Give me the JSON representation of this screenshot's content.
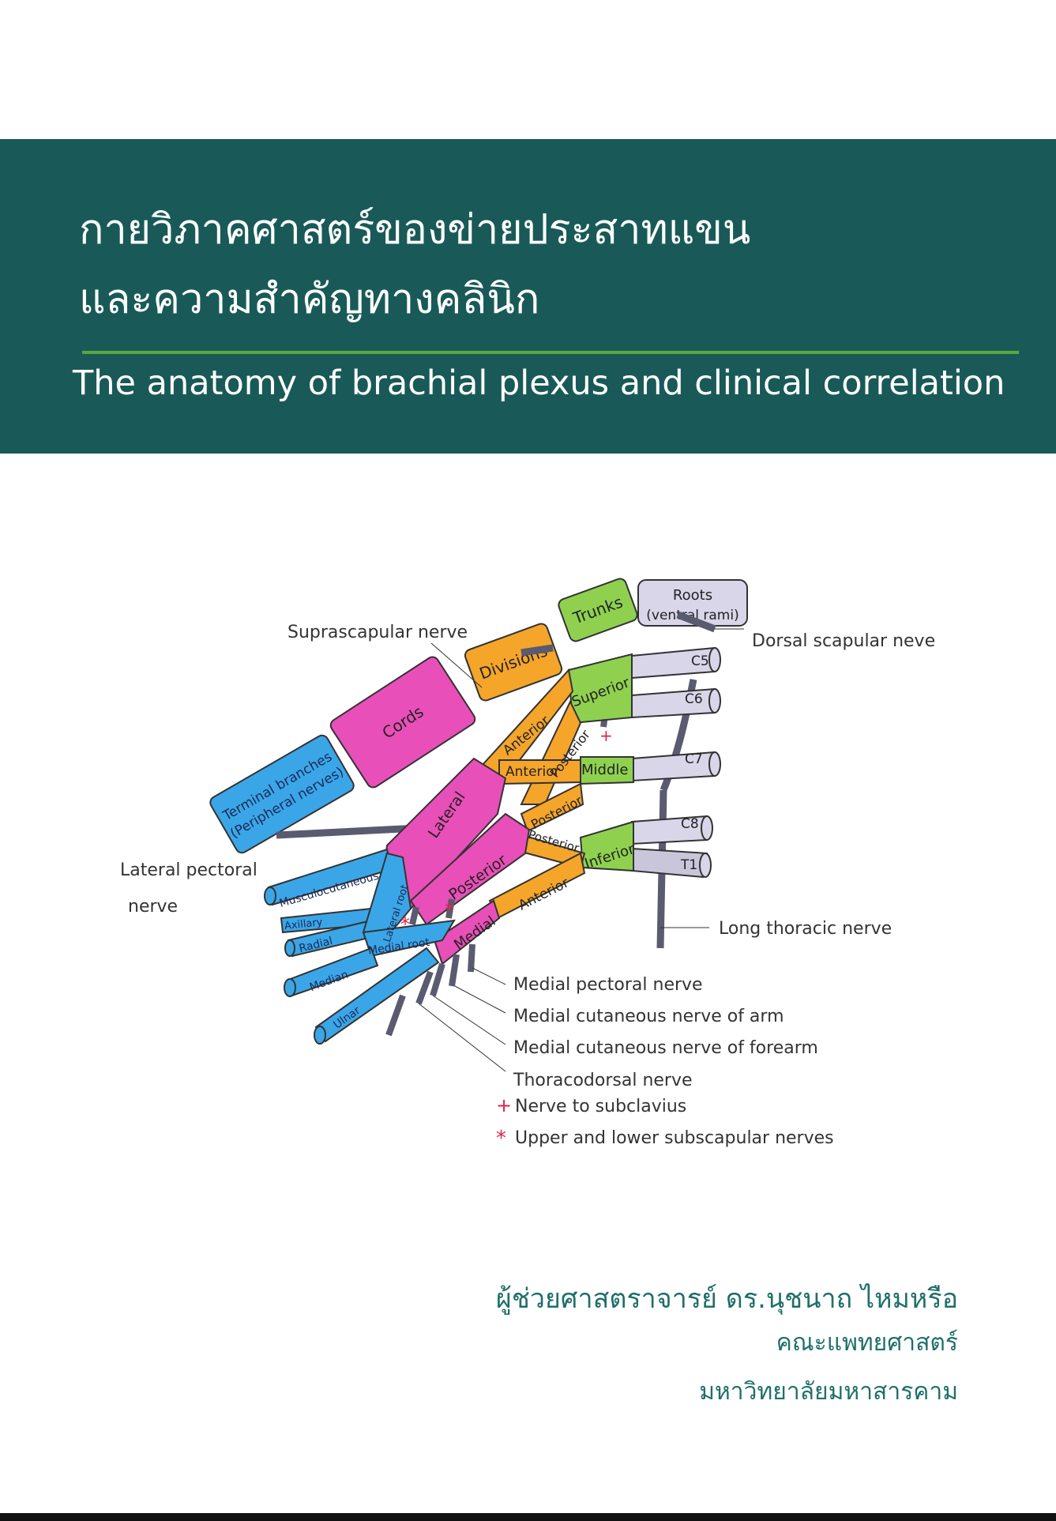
{
  "cover": {
    "title_th_line1": "กายวิภาคศาสตร์ของข่ายประสาทแขน",
    "title_th_line2": "และความสำคัญทางคลินิก",
    "title_en": "The anatomy of brachial plexus and clinical correlation"
  },
  "diagram": {
    "box_roots_line1": "Roots",
    "box_roots_line2": "(ventral rami)",
    "box_trunks": "Trunks",
    "box_divisions": "Divisions",
    "box_cords": "Cords",
    "box_terminal_line1": "Terminal branches",
    "box_terminal_line2": "(Peripheral nerves)",
    "root_c5": "C5",
    "root_c6": "C6",
    "root_c7": "C7",
    "root_c8": "C8",
    "root_t1": "T1",
    "trunk_superior": "Superior",
    "trunk_middle": "Middle",
    "trunk_inferior": "Inferior",
    "div_anterior_upper": "Anterior",
    "div_posterior_upper": "Posterior",
    "div_anterior_middle": "Anterior",
    "div_posterior_middle": "Posterior",
    "div_posterior_lower": "Posterior",
    "div_anterior_lower": "Anterior",
    "cord_lateral": "Lateral",
    "cord_posterior": "Posterior",
    "cord_medial": "Medial",
    "branch_musculocutaneous": "Musculocutaneous",
    "branch_axillary": "Axillary",
    "branch_radial": "Radial",
    "branch_median": "Median",
    "branch_ulnar": "Ulnar",
    "branch_lateral_root": "Lateral root",
    "branch_medial_root": "Medial root",
    "label_suprascapular": "Suprascapular nerve",
    "label_dorsal_scapular": "Dorsal scapular neve",
    "label_lateral_pectoral_1": "Lateral pectoral",
    "label_lateral_pectoral_2": "nerve",
    "label_long_thoracic": "Long thoracic nerve",
    "label_medial_pectoral": "Medial pectoral nerve",
    "label_med_cut_arm": "Medial cutaneous nerve of arm",
    "label_med_cut_forearm": "Medial cutaneous nerve of forearm",
    "label_thoracodorsal": "Thoracodorsal nerve",
    "legend_plus_symbol": "+",
    "legend_plus_text": "Nerve to subclavius",
    "legend_star_symbol": "*",
    "legend_star_text": "Upper and lower subscapular nerves"
  },
  "author": {
    "name": "ผู้ช่วยศาสตราจารย์ ดร.นุชนาถ ไหมหรือ",
    "faculty": "คณะแพทยศาสตร์",
    "university": "มหาวิทยาลัยมหาสารคาม"
  },
  "colors": {
    "banner": "#195a58",
    "rule": "#5aa83a",
    "roots": "#d9d6ea",
    "trunks": "#8fd14f",
    "divisions": "#f4a52a",
    "cords": "#e94fb8",
    "terminal": "#3aa6e8",
    "nerve_grey": "#5a5a70",
    "legend_mark": "#e0244a"
  }
}
